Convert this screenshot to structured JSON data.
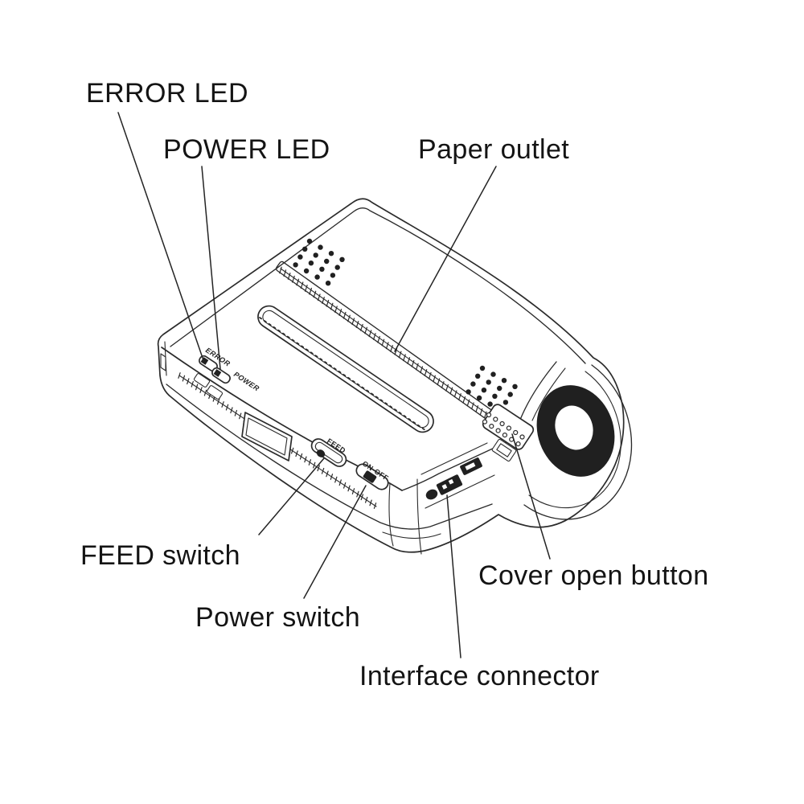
{
  "diagram": {
    "callouts": [
      {
        "id": "error-led",
        "text": "ERROR LED"
      },
      {
        "id": "power-led",
        "text": "POWER LED"
      },
      {
        "id": "paper-outlet",
        "text": "Paper outlet"
      },
      {
        "id": "feed-switch",
        "text": "FEED switch"
      },
      {
        "id": "power-switch",
        "text": "Power switch"
      },
      {
        "id": "cover-open-button",
        "text": "Cover open button"
      },
      {
        "id": "interface-connector",
        "text": "Interface connector"
      }
    ],
    "device_markings": {
      "error_led": "ERROR",
      "power_led": "POWER",
      "feed_button": "FEED",
      "power_switch": "ON-OFF"
    },
    "colors": {
      "line": "#2b2b2b",
      "label_text": "#141414",
      "dark_fill": "#202020",
      "background": "#ffffff"
    }
  }
}
